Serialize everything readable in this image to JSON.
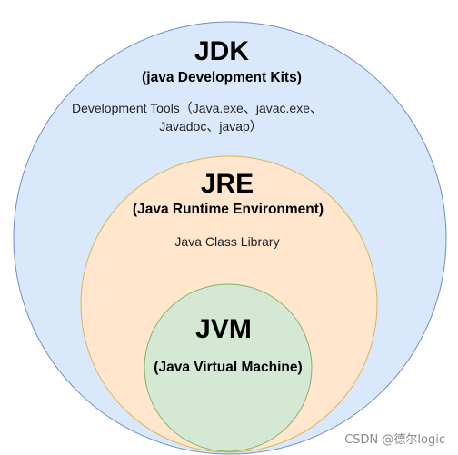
{
  "colors": {
    "jdk_fill": "#dae8fc",
    "jdk_stroke": "#6c8ebf",
    "jre_fill": "#ffe6cc",
    "jre_stroke": "#d6b656",
    "jvm_fill": "#d5e8d4",
    "jvm_stroke": "#82b366"
  },
  "jdk": {
    "title": "JDK",
    "subtitle": "(java Development Kits)",
    "tools_line1": "Development Tools（Java.exe、javac.exe、",
    "tools_line2": "Javadoc、javap）"
  },
  "jre": {
    "title": "JRE",
    "subtitle": "(Java Runtime Environment)",
    "library": "Java Class Library"
  },
  "jvm": {
    "title": "JVM",
    "subtitle": "(Java Virtual Machine)"
  },
  "watermark": "CSDN @德尔logic"
}
